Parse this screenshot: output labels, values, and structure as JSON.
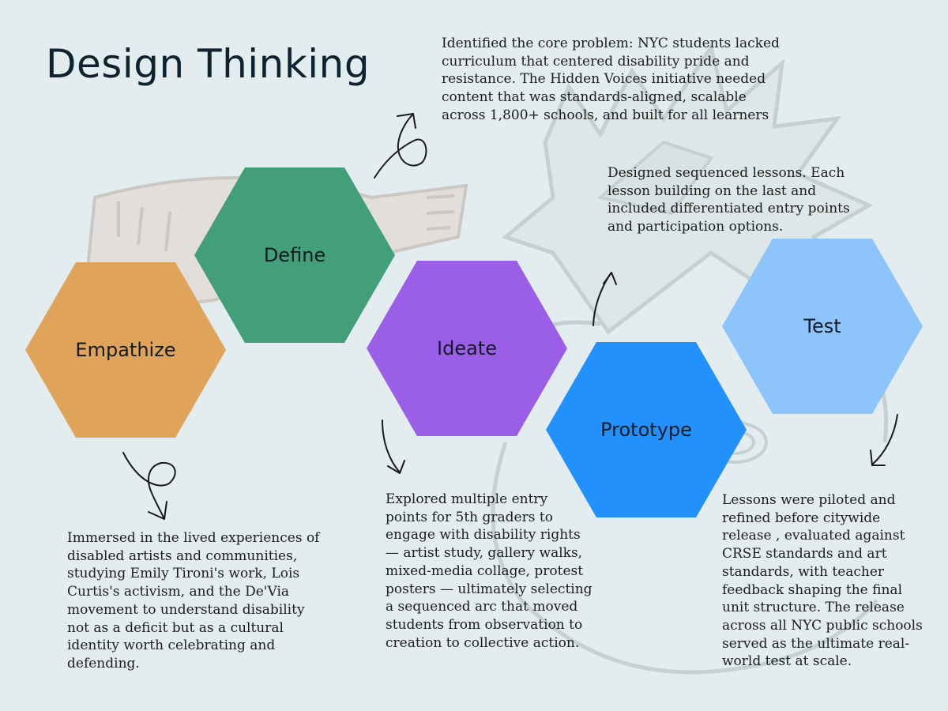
{
  "title": "Design Thinking",
  "colors": {
    "background": "#e3ecee",
    "empathize": "#dfa45a",
    "define": "#429f7a",
    "ideate": "#9a5fe6",
    "prototype": "#2291fb",
    "test": "#8dc5fb"
  },
  "stages": [
    {
      "label": "Empathize",
      "description": "Immersed in the lived experiences of disabled artists and communities, studying Emily Tironi's work, Lois Curtis's activism, and the De'Via movement to understand disability not as a deficit but as a cultural identity worth celebrating and defending."
    },
    {
      "label": "Define",
      "description": "Identified the core problem: NYC students lacked curriculum that centered disability pride and resistance. The Hidden Voices initiative needed content that was standards-aligned, scalable across 1,800+ schools, and built for all learners"
    },
    {
      "label": "Ideate",
      "description": "Explored multiple entry points for 5th graders to engage with disability rights — artist study, gallery walks, mixed-media collage, protest posters — ultimately selecting a sequenced arc that moved students from observation to creation to collective action."
    },
    {
      "label": "Prototype",
      "description": "Designed sequenced lessons. Each lesson building on the last and included differentiated entry points and participation options."
    },
    {
      "label": "Test",
      "description": "Lessons were piloted and refined before citywide release , evaluated against CRSE standards and art standards, with teacher feedback shaping the final unit structure. The release across all NYC public schools served as the ultimate real-world test at scale."
    }
  ]
}
